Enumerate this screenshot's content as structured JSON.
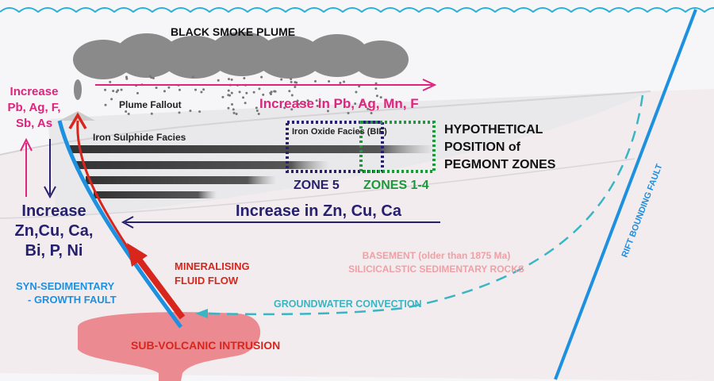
{
  "labels": {
    "plume": "BLACK SMOKE PLUME",
    "fallout": "Plume Fallout",
    "increase_top": "Increase in Pb, Ag, Mn, F",
    "left_up": [
      "Increase",
      "Pb, Ag, F,",
      "Sb, As"
    ],
    "left_down": [
      "Increase",
      "Zn,Cu, Ca,",
      "Bi, P, Ni"
    ],
    "iron_sulphide": "Iron Sulphide Facies",
    "iron_oxide": "Iron Oxide Facies (BIF)",
    "hypothetical": [
      "HYPOTHETICAL",
      "POSITION of",
      "PEGMONT ZONES"
    ],
    "zone5": "ZONE 5",
    "zones14": "ZONES 1-4",
    "increase_mid": "Increase in Zn, Cu, Ca",
    "basement": [
      "BASEMENT (older than 1875 Ma)",
      "SILICICALSTIC SEDIMENTARY ROCKS"
    ],
    "mineralising": [
      "MINERALISING",
      "FLUID FLOW"
    ],
    "growth_fault": [
      "SYN-SEDIMENTARY",
      "- GROWTH FAULT"
    ],
    "groundwater": "GROUNDWATER CONVECTION",
    "intrusion": "SUB-VOLCANIC INTRUSION",
    "rift": "RIFT BOUNDING FAULT"
  },
  "colors": {
    "magenta": "#e0237f",
    "navy": "#27206e",
    "fault_blue": "#1e90e0",
    "red": "#d8261c",
    "green": "#1a9a3a",
    "teal": "#3ab5c4",
    "pink": "#f0a0a5"
  }
}
